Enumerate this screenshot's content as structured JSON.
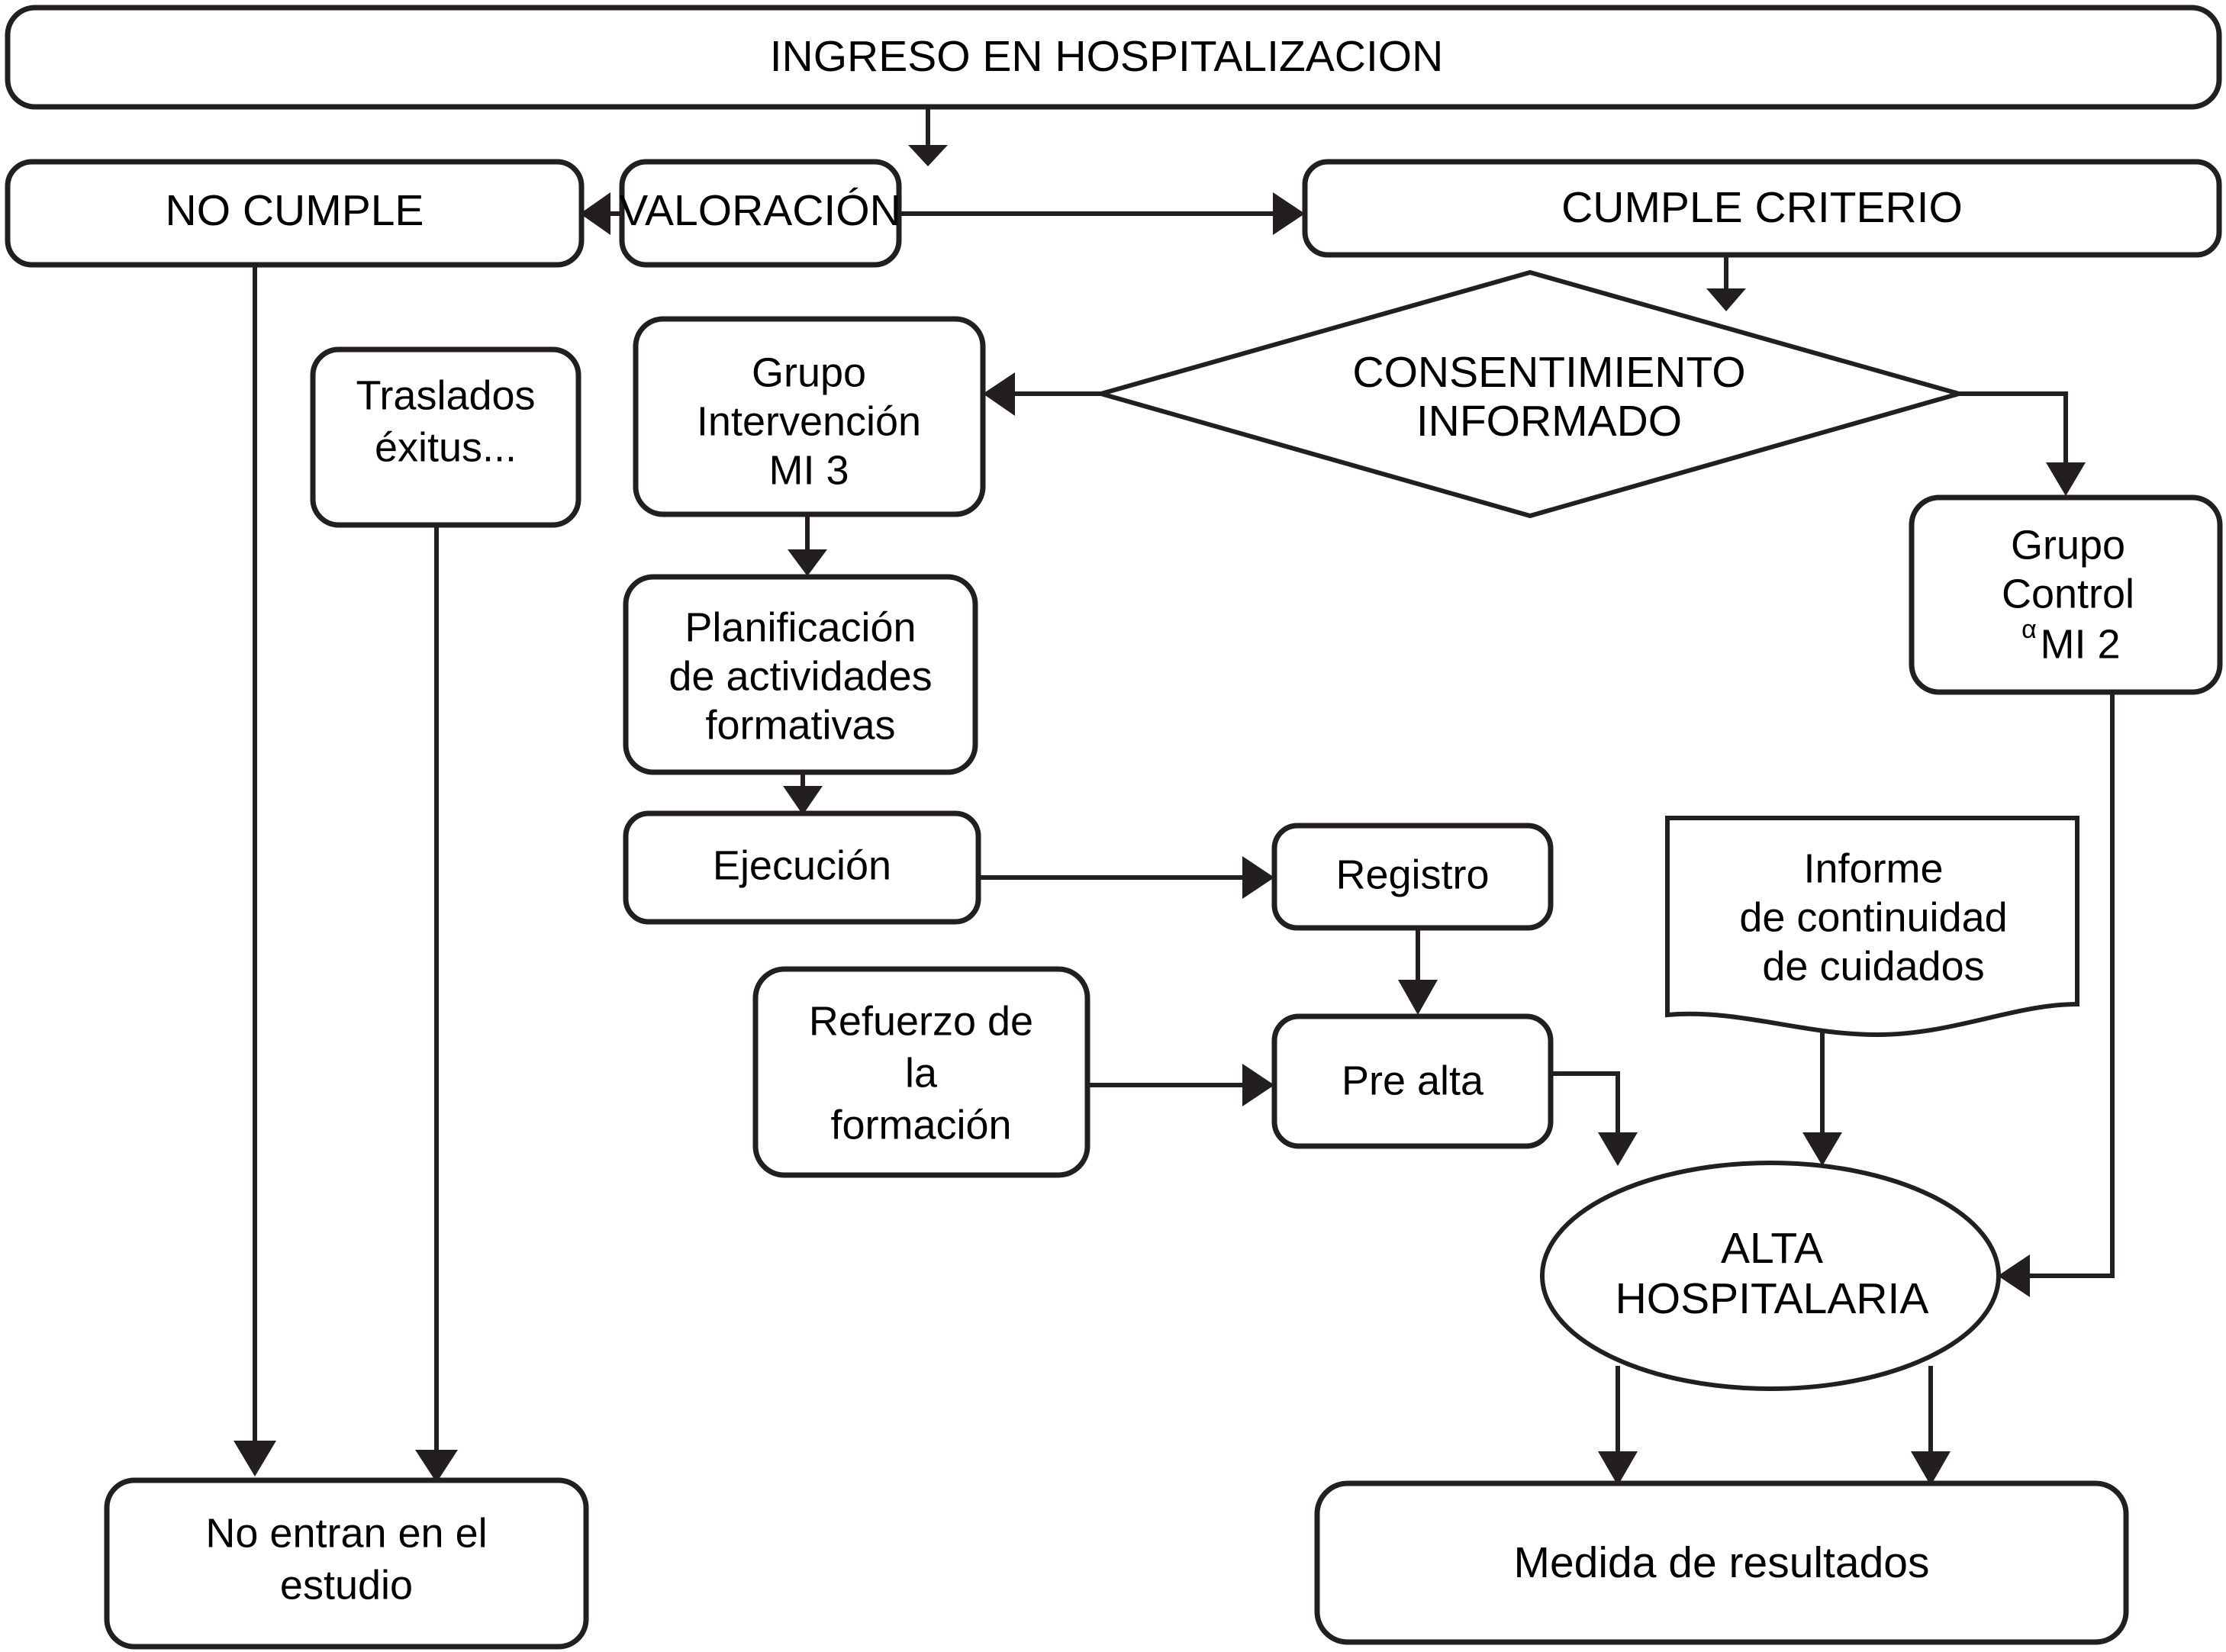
{
  "diagram": {
    "title": "Flujograma de estudio de hospitalizacion",
    "language": "es",
    "colors": {
      "stroke": "#231f20",
      "fill": "#ffffff",
      "text": "#000000"
    },
    "nodes": {
      "ingreso": {
        "label": "INGRESO EN HOSPITALIZACION",
        "shape": "rounded-rect"
      },
      "valoracion": {
        "label": "VALORACIÓN",
        "shape": "rounded-rect"
      },
      "no_cumple": {
        "label": "NO CUMPLE",
        "shape": "rounded-rect"
      },
      "cumple_criterio": {
        "label": "CUMPLE CRITERIO",
        "shape": "rounded-rect"
      },
      "consentimiento": {
        "line1": "CONSENTIMIENTO",
        "line2": "INFORMADO",
        "shape": "diamond"
      },
      "traslados": {
        "line1": "Traslados",
        "line2": "éxitus...",
        "shape": "rounded-rect"
      },
      "grupo_intervencion": {
        "line1": "Grupo",
        "line2": "Intervención",
        "line3": "MI 3",
        "shape": "rounded-rect"
      },
      "grupo_control": {
        "line1": "Grupo",
        "line2": "Control",
        "sup": "α",
        "line3": "MI 2",
        "shape": "rounded-rect"
      },
      "planificacion": {
        "line1": "Planificación",
        "line2": "de actividades",
        "line3": "formativas",
        "shape": "rounded-rect"
      },
      "ejecucion": {
        "label": "Ejecución",
        "shape": "rounded-rect"
      },
      "registro": {
        "label": "Registro",
        "shape": "rounded-rect"
      },
      "refuerzo": {
        "line1": "Refuerzo de",
        "line2": "la",
        "line3": "formación",
        "shape": "rounded-rect"
      },
      "pre_alta": {
        "label": "Pre alta",
        "shape": "rounded-rect"
      },
      "informe": {
        "line1": "Informe",
        "line2": "de continuidad",
        "line3": "de cuidados",
        "shape": "document"
      },
      "alta_hospitalaria": {
        "line1": "ALTA",
        "line2": "HOSPITALARIA",
        "shape": "ellipse"
      },
      "no_entran": {
        "line1": "No entran en el",
        "line2": "estudio",
        "shape": "rounded-rect"
      },
      "medida": {
        "label": "Medida de resultados",
        "shape": "rounded-rect"
      }
    },
    "edges": [
      {
        "from": "ingreso",
        "to": "valoracion"
      },
      {
        "from": "valoracion",
        "to": "no_cumple"
      },
      {
        "from": "valoracion",
        "to": "cumple_criterio"
      },
      {
        "from": "cumple_criterio",
        "to": "consentimiento"
      },
      {
        "from": "consentimiento",
        "to": "grupo_intervencion"
      },
      {
        "from": "consentimiento",
        "to": "grupo_control"
      },
      {
        "from": "no_cumple",
        "to": "no_entran"
      },
      {
        "from": "traslados",
        "to": "no_entran"
      },
      {
        "from": "grupo_intervencion",
        "to": "planificacion"
      },
      {
        "from": "planificacion",
        "to": "ejecucion"
      },
      {
        "from": "ejecucion",
        "to": "registro"
      },
      {
        "from": "registro",
        "to": "pre_alta"
      },
      {
        "from": "refuerzo",
        "to": "pre_alta"
      },
      {
        "from": "pre_alta",
        "to": "alta_hospitalaria"
      },
      {
        "from": "informe",
        "to": "alta_hospitalaria"
      },
      {
        "from": "grupo_control",
        "to": "alta_hospitalaria"
      },
      {
        "from": "alta_hospitalaria",
        "to": "medida"
      },
      {
        "from": "alta_hospitalaria",
        "to": "medida"
      }
    ]
  }
}
